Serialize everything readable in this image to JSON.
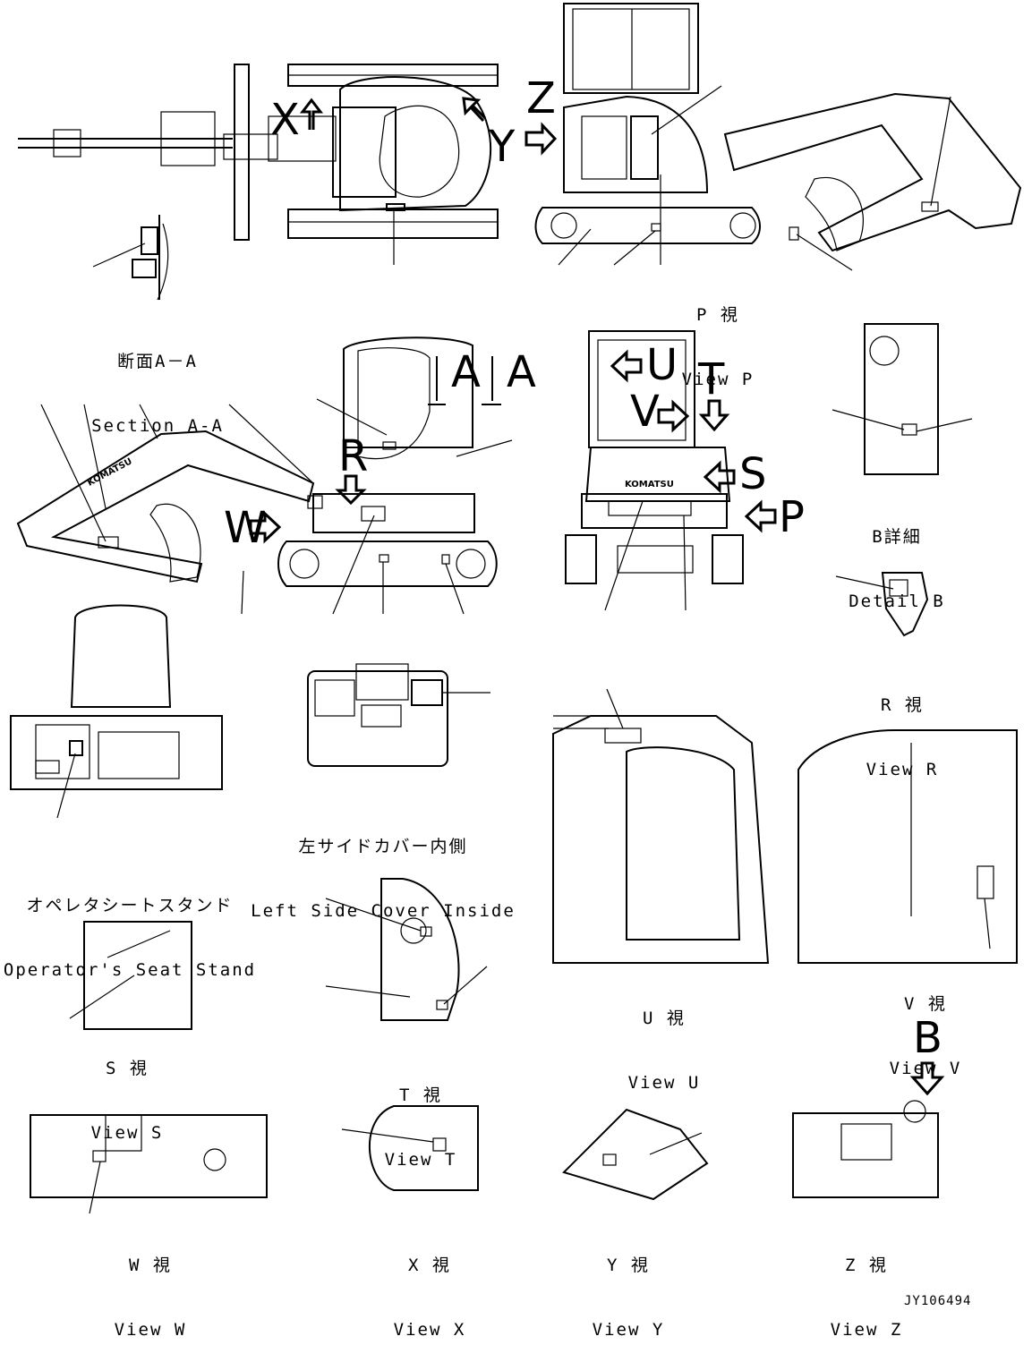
{
  "views": {
    "section_aa": {
      "jp": "断面A－A",
      "en": "Section A-A"
    },
    "view_p": {
      "jp": "P 視",
      "en": "View P"
    },
    "detail_b": {
      "jp": "B詳細",
      "en": "Detail B"
    },
    "view_r": {
      "jp": "R 視",
      "en": "View R"
    },
    "left_cover": {
      "jp": "左サイドカバー内側",
      "en": "Left Side Cover Inside"
    },
    "seat_stand": {
      "jp": "オペレタシートスタンド",
      "en": "Operator's Seat Stand"
    },
    "view_u": {
      "jp": "U 視",
      "en": "View U"
    },
    "view_v": {
      "jp": "V 視",
      "en": "View V"
    },
    "view_s": {
      "jp": "S 視",
      "en": "View S"
    },
    "view_t": {
      "jp": "T 視",
      "en": "View T"
    },
    "view_w": {
      "jp": "W 視",
      "en": "View W"
    },
    "view_x": {
      "jp": "X 視",
      "en": "View X"
    },
    "view_y": {
      "jp": "Y 視",
      "en": "View Y"
    },
    "view_z": {
      "jp": "Z 視",
      "en": "View Z"
    }
  },
  "arrow_letters": {
    "x": "X",
    "y": "Y",
    "z": "Z",
    "a1": "A",
    "a2": "A",
    "r": "R",
    "w": "W",
    "u": "U",
    "v": "V",
    "t": "T",
    "s": "S",
    "p": "P",
    "b": "B"
  },
  "brand": "KOMATSU",
  "document_id": "JY106494"
}
